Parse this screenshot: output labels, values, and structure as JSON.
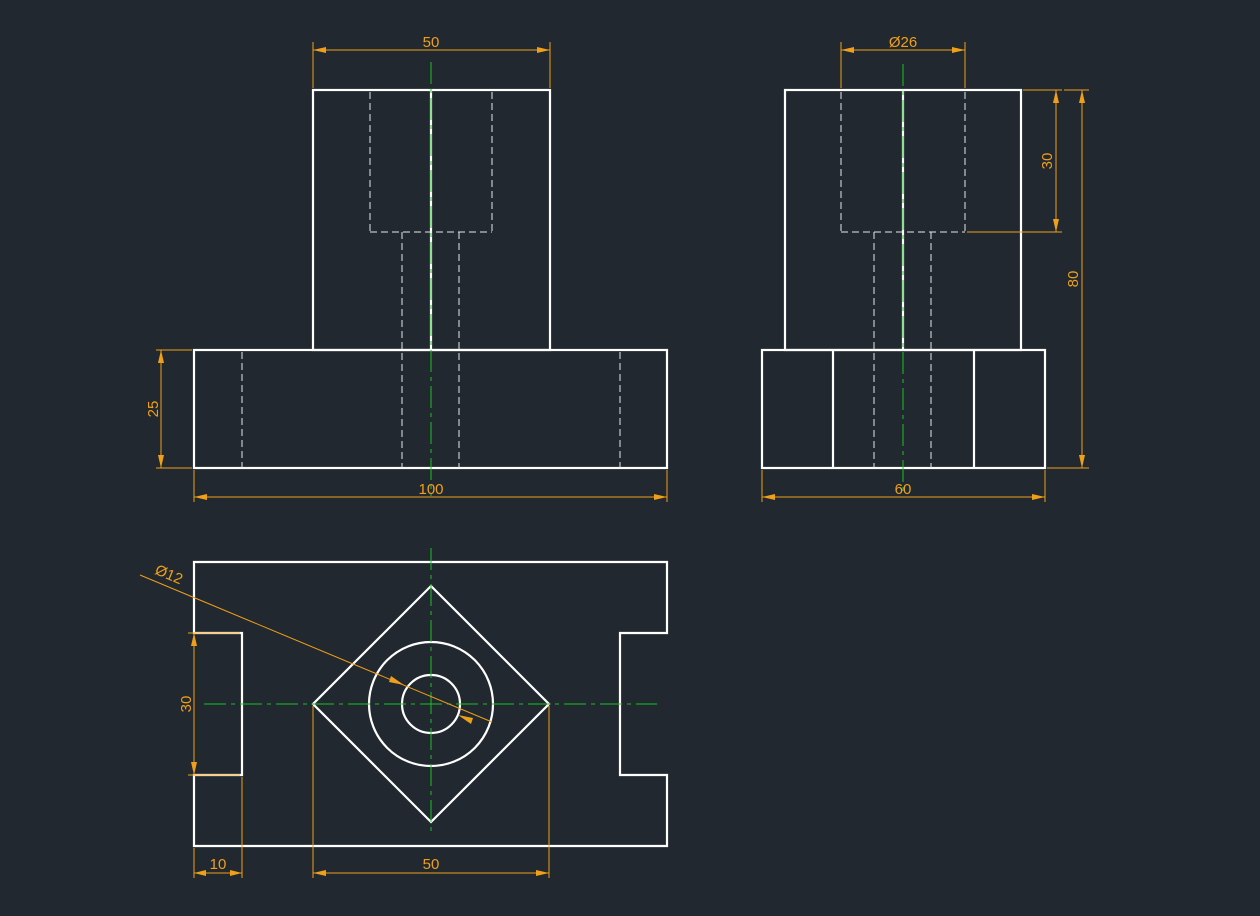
{
  "dimensions": {
    "front_width_top": "50",
    "front_base_height": "25",
    "front_overall_width": "100",
    "side_bore_diameter": "Ø26",
    "side_bore_depth": "30",
    "side_overall_height": "80",
    "side_overall_width": "60",
    "plan_hole_diameter": "Ø12",
    "plan_slot_width": "30",
    "plan_slot_depth": "10",
    "plan_square_width": "50"
  },
  "colors": {
    "background": "#212830",
    "object_lines": "#ffffff",
    "center_lines": "#19c21e",
    "dimensions": "#f0a018"
  }
}
